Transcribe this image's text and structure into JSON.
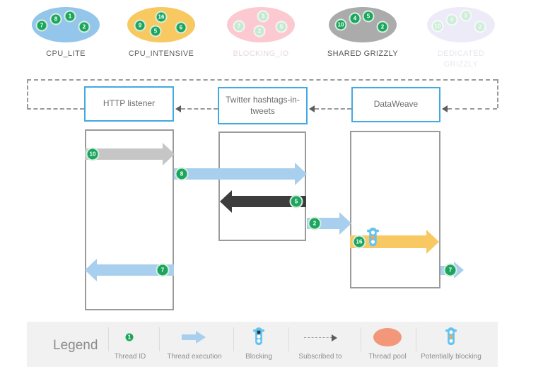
{
  "pools": [
    {
      "label": "CPU_LITE",
      "state": "active",
      "threads": [
        "7",
        "8",
        "1",
        "2"
      ]
    },
    {
      "label": "CPU_INTENSIVE",
      "state": "active",
      "threads": [
        "9",
        "16",
        "5",
        "6"
      ]
    },
    {
      "label": "BLOCKING_IO",
      "state": "inactive",
      "threads": [
        "7",
        "3",
        "2",
        "5"
      ]
    },
    {
      "label": "SHARED GRIZZLY",
      "state": "active",
      "threads": [
        "10",
        "4",
        "5",
        "2"
      ]
    },
    {
      "label": "DEDICATED GRIZZLY",
      "state": "inactive",
      "threads": [
        "10",
        "4",
        "5",
        "2"
      ]
    }
  ],
  "components": [
    {
      "label": "HTTP listener"
    },
    {
      "label": "Twitter hashtags-in-tweets"
    },
    {
      "label": "DataWeave"
    }
  ],
  "arrows": [
    {
      "thread": "10",
      "color": "gray",
      "direction": "right",
      "lane": "HTTP listener"
    },
    {
      "thread": "8",
      "color": "blue",
      "direction": "right",
      "from": "HTTP listener",
      "to": "Twitter hashtags-in-tweets"
    },
    {
      "thread": "5",
      "color": "black",
      "direction": "left",
      "lane": "Twitter hashtags-in-tweets"
    },
    {
      "thread": "2",
      "color": "blue",
      "direction": "right",
      "from": "Twitter hashtags-in-tweets",
      "to": "DataWeave"
    },
    {
      "thread": "16",
      "color": "yellow",
      "direction": "right",
      "lane": "DataWeave",
      "icon": "potentially-blocking-icon"
    },
    {
      "thread": "7",
      "color": "blue",
      "direction": "right",
      "lane": "DataWeave"
    },
    {
      "thread": "7",
      "color": "blue",
      "direction": "left",
      "lane": "HTTP listener"
    }
  ],
  "legend": {
    "title": "Legend",
    "items": [
      {
        "icon": "thread-id-circle",
        "sample": "1",
        "label": "Thread ID"
      },
      {
        "icon": "thread-execution-arrow",
        "label": "Thread execution"
      },
      {
        "icon": "blocking-icon",
        "label": "Blocking"
      },
      {
        "icon": "subscribed-to-arrow",
        "label": "Subscribed to"
      },
      {
        "icon": "thread-pool-ellipse",
        "label": "Thread pool"
      },
      {
        "icon": "potentially-blocking-icon",
        "label": "Potentially blocking"
      }
    ]
  },
  "colors": {
    "component_border_blue": "#41aae2",
    "execution_blue": "#a8cfee",
    "execution_gray": "#c6c6c6",
    "execution_black": "#3d3d3d",
    "execution_yellow": "#f8c963",
    "thread_green": "#1ca65d",
    "pool_cpu_lite": "#93c6ea",
    "pool_cpu_intensive": "#f8c861",
    "pool_blocking_io": "#fbc9cf",
    "pool_shared_grizzly": "#ababab",
    "pool_dedicated_grizzly": "#edebf8",
    "legend_thread_pool": "#f29779",
    "legend_background": "#f1f1f1",
    "blocking_icon_blue": "#64c3ef"
  }
}
